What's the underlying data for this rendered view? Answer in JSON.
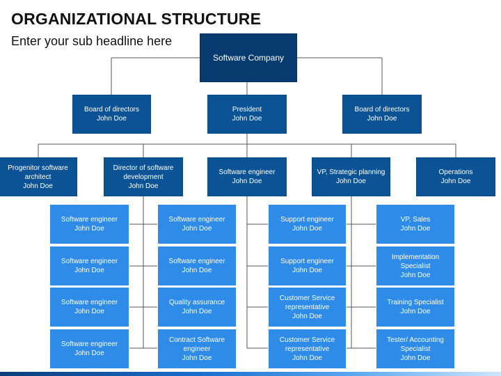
{
  "header": {
    "title": "ORGANIZATIONAL STRUCTURE",
    "subtitle": "Enter your sub headline here"
  },
  "org": {
    "root": "Software Company",
    "level1": [
      "Board of directors\nJohn Doe",
      "President\nJohn Doe",
      "Board of directors\nJohn Doe"
    ],
    "level2": [
      "Progenitor software architect\nJohn Doe",
      "Director of software development\nJohn Doe",
      "Software engineer\nJohn Doe",
      "VP, Strategic planning\nJohn Doe",
      "Operations\nJohn Doe"
    ],
    "grid": [
      [
        "Software engineer\nJohn Doe",
        "Software engineer\nJohn Doe",
        "Support engineer\nJohn Doe",
        "VP, Sales\nJohn Doe"
      ],
      [
        "Software engineer\nJohn Doe",
        "Software engineer\nJohn Doe",
        "Support engineer\nJohn Doe",
        "Implementation Specialist\nJohn Doe"
      ],
      [
        "Software engineer\nJohn Doe",
        "Quality assurance\nJohn Doe",
        "Customer Service representative\nJohn Doe",
        "Training Specialist\nJohn Doe"
      ],
      [
        "Software engineer\nJohn Doe",
        "Contract Software engineer\nJohn Doe",
        "Customer Service representative\nJohn Doe",
        "Tester/ Accounting Specialist\nJohn Doe"
      ]
    ]
  }
}
